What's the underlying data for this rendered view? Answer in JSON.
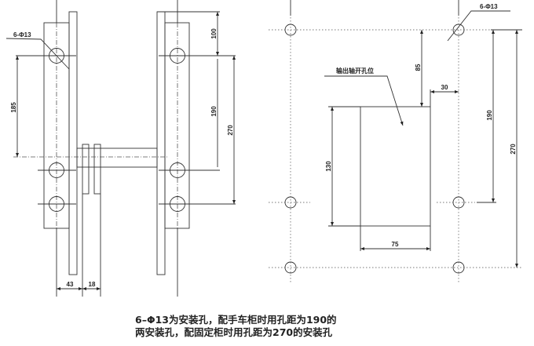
{
  "left_view": {
    "hole_label": "6-Φ13",
    "dims": {
      "d100": "100",
      "d190": "190",
      "d270": "270",
      "d185": "185",
      "d43": "43",
      "d18": "18"
    }
  },
  "right_view": {
    "hole_label": "6-Φ13",
    "shaft_opening_label": "输出轴开孔位",
    "dims": {
      "d85": "85",
      "d30": "30",
      "d190": "190",
      "d270": "270",
      "d130": "130",
      "d75": "75"
    }
  },
  "caption": {
    "line1": "6–Φ13为安装孔，配手车柜时用孔距为190的",
    "line2": "两安装孔，配固定柜时用孔距为270的安装孔"
  }
}
